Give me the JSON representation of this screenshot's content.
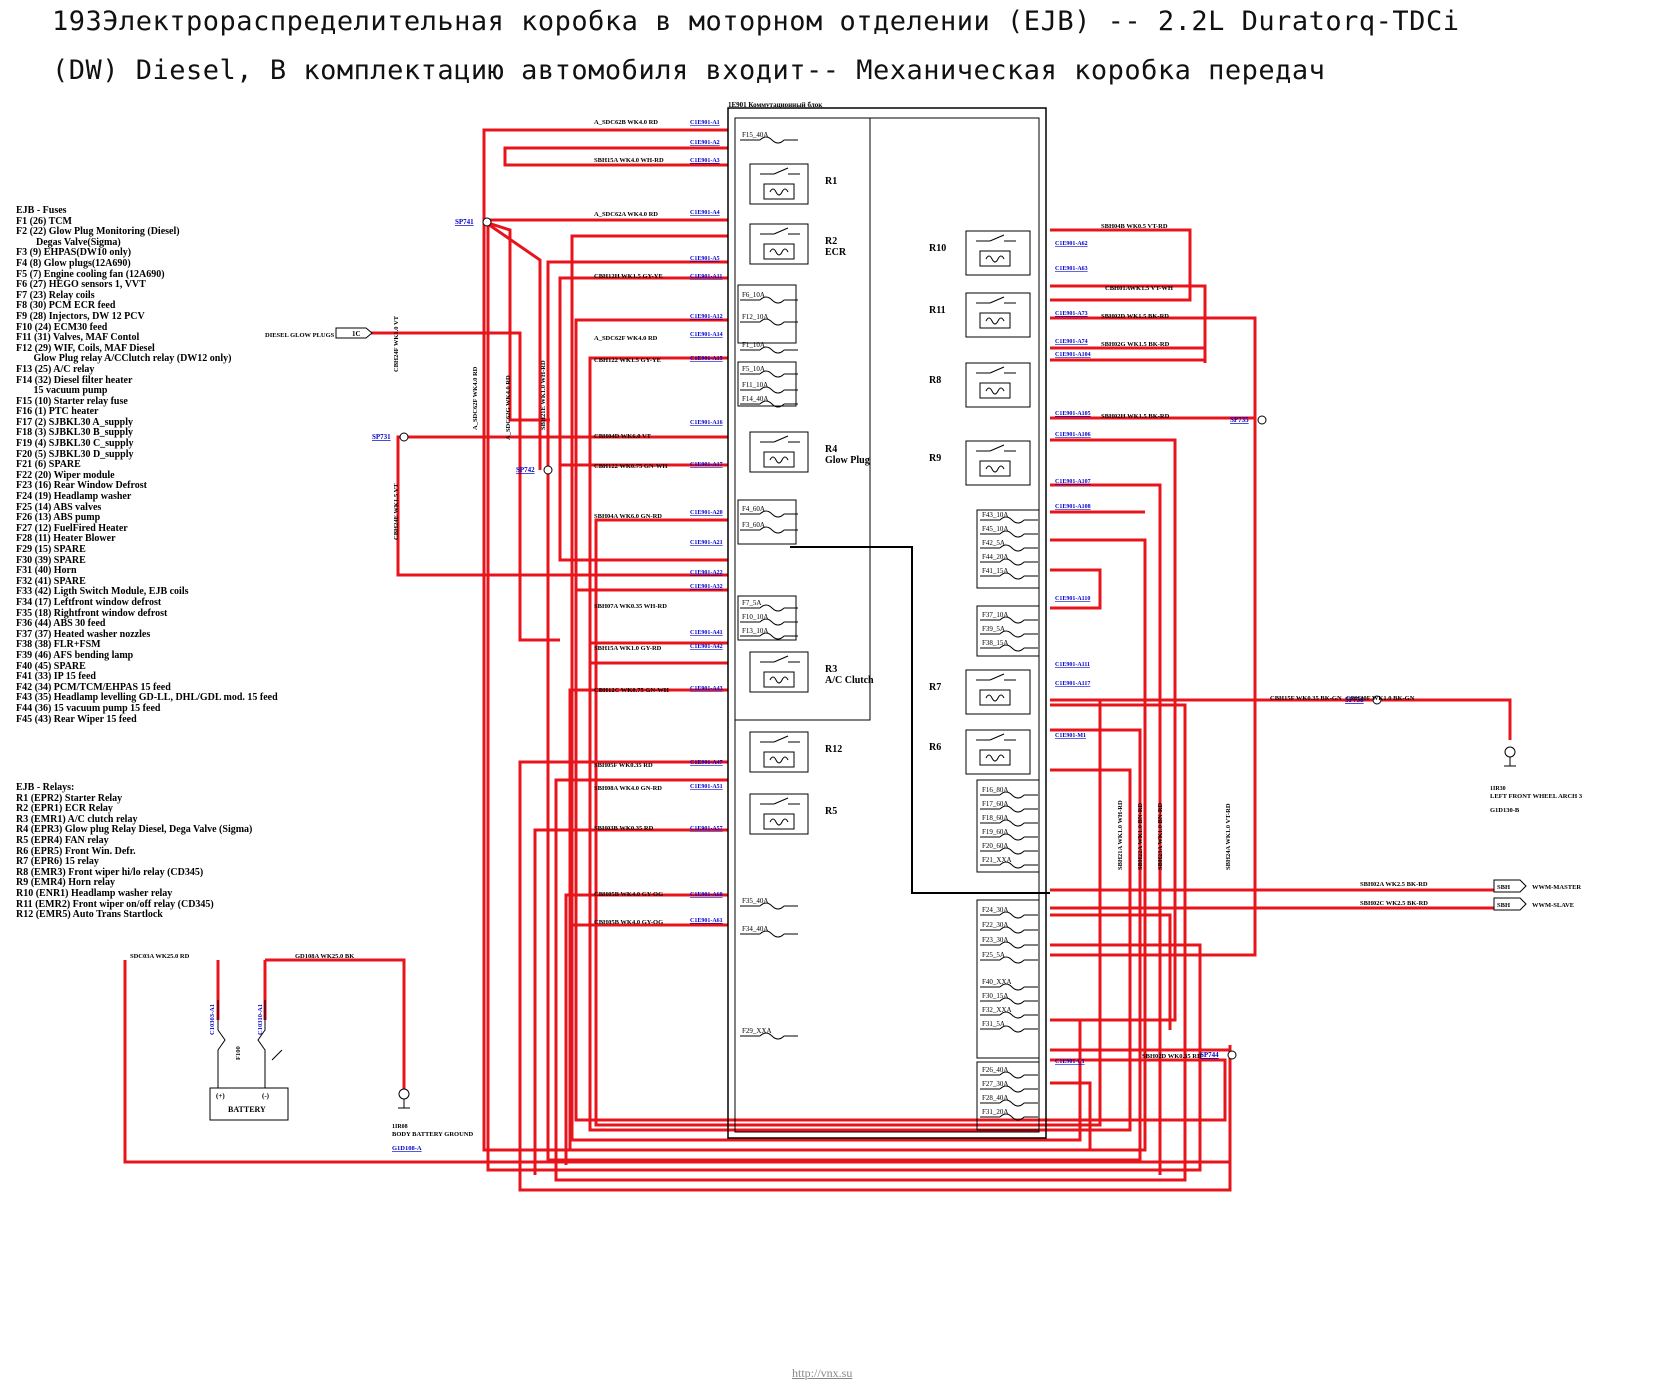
{
  "title": {
    "line1": "193Электрораспределительная коробка в моторном отделении (EJB) -- 2.2L Duratorq-TDCi",
    "line2": "(DW) Diesel, В комплектацию автомобиля входит-- Механическая коробка передач"
  },
  "fuse_legend": {
    "header": "EJB - Fuses",
    "items": [
      "F1 (26) TCM",
      "F2 (22) Glow Plug Monitoring (Diesel)",
      "        Degas Valve(Sigma)",
      "F3 (9) EHPAS(DW10 only)",
      "F4 (8) Glow plugs(12A690)",
      "F5 (7) Engine cooling fan (12A690)",
      "F6 (27) HEGO sensors 1, VVT",
      "F7 (23) Relay coils",
      "F8 (30) PCM ECR feed",
      "F9 (28) Injectors, DW 12 PCV",
      "F10 (24) ECM30 feed",
      "F11 (31) Valves, MAF Contol",
      "F12 (29) WIF, Coils, MAF Diesel",
      "       Glow Plug relay A/CClutch relay (DW12 only)",
      "F13 (25) A/C relay",
      "F14 (32) Diesel filter heater",
      "       15 vacuum pump",
      "F15 (10) Starter relay fuse",
      "F16 (1) PTC heater",
      "F17 (2) SJBKL30 A_supply",
      "F18 (3) SJBKL30 B_supply",
      "F19 (4) SJBKL30 C_supply",
      "F20 (5) SJBKL30 D_supply",
      "F21 (6) SPARE",
      "F22 (20) Wiper module",
      "F23 (16) Rear Window Defrost",
      "F24 (19) Headlamp washer",
      "F25 (14) ABS valves",
      "F26 (13) ABS pump",
      "F27 (12) FuelFired Heater",
      "F28 (11) Heater Blower",
      "F29 (15) SPARE",
      "F30 (39) SPARE",
      "F31 (40) Horn",
      "F32 (41) SPARE",
      "F33 (42) Ligth Switch Module, EJB coils",
      "F34 (17) Leftfront window defrost",
      "F35 (18) Rightfront window defrost",
      "F36 (44) ABS 30 feed",
      "F37 (37) Heated washer nozzles",
      "F38 (38) FLR+FSM",
      "F39 (46) AFS bending lamp",
      "F40 (45) SPARE",
      "F41 (33) IP 15 feed",
      "F42 (34) PCM/TCM/EHPAS 15 feed",
      "F43 (35) Headlamp levelling GD-LL, DHL/GDL mod. 15 feed",
      "F44 (36) 15 vacuum pump 15 feed",
      "F45 (43) Rear Wiper 15 feed"
    ]
  },
  "relay_legend": {
    "header": "EJB - Relays:",
    "items": [
      "R1 (EPR2) Starter Relay",
      "R2 (EPR1) ECR Relay",
      "R3 (EMR1) A/C clutch relay",
      "R4 (EPR3) Glow plug Relay Diesel, Dega Valve (Sigma)",
      "R5 (EPR4) FAN relay",
      "R6 (EPR5) Front Win. Defr.",
      "R7 (EPR6) 15 relay",
      "R8 (EMR3) Front wiper hi/lo relay (CD345)",
      "R9 (EMR4) Horn relay",
      "R10 (ENR1) Headlamp washer relay",
      "R11 (EMR2) Front wiper on/off relay (CD345)",
      "R12 (EMR5) Auto Trans Startlock"
    ]
  },
  "diagram": {
    "box_label": "1E901  Коммутационный блок",
    "relays_left": [
      {
        "id": "R1",
        "label": "R1",
        "sub": ""
      },
      {
        "id": "R2",
        "label": "R2",
        "sub": "ECR"
      },
      {
        "id": "R4",
        "label": "R4",
        "sub": "Glow Plug"
      },
      {
        "id": "R3",
        "label": "R3",
        "sub": "A/C Clutch"
      },
      {
        "id": "R12",
        "label": "R12",
        "sub": ""
      },
      {
        "id": "R5",
        "label": "R5",
        "sub": ""
      }
    ],
    "relays_right": [
      {
        "id": "R10",
        "label": "R10"
      },
      {
        "id": "R11",
        "label": "R11"
      },
      {
        "id": "R8",
        "label": "R8"
      },
      {
        "id": "R9",
        "label": "R9"
      },
      {
        "id": "R7",
        "label": "R7"
      },
      {
        "id": "R6",
        "label": "R6"
      }
    ],
    "fuses_left": [
      "F15_40A",
      "F6_10A",
      "F12_10A",
      "F1_10A",
      "F5_10A",
      "F11_10A",
      "F14_40A",
      "F4_60A",
      "F3_60A",
      "F7_5A",
      "F10_10A",
      "F13_10A",
      "F35_40A",
      "F34_40A",
      "F29_XXA"
    ],
    "fuses_right": [
      "F43_10A",
      "F45_10A",
      "F42_5A",
      "F44_20A",
      "F41_15A",
      "F37_10A",
      "F39_5A",
      "F38_15A",
      "F16_80A",
      "F17_60A",
      "F18_60A",
      "F19_60A",
      "F20_60A",
      "F21_XXA",
      "F24_30A",
      "F22_30A",
      "F23_30A",
      "F25_5A",
      "F40_XXA",
      "F30_15A",
      "F32_XXA",
      "F31_5A",
      "F26_40A",
      "F27_30A",
      "F28_40A",
      "F31_20A"
    ],
    "splices": [
      "SP741",
      "SP731",
      "SP742",
      "SP735",
      "SP744",
      "SP758"
    ],
    "wire_labels": [
      "A_SDC62B  WK4.0  RD",
      "SBH15A  WK4.0  WH-RD",
      "A_SDC62A  WK4.0  RD",
      "CBH12H  WK1.5  GY-YE",
      "A_SDC62F  WK4.0  RD",
      "CBH122  WK1.5  GY-YE",
      "CBH04D  WK6.0  VT",
      "CBH122  WK0.75  GN-WH",
      "SBH04A  WK6.0  GN-RD",
      "SBH07A  WK0.35  WH-RD",
      "SBH15A  WK1.0  GY-RD",
      "CBH12C  WK0.75  GN-WH",
      "SBH05F  WK0.35  RD",
      "SBH08A  WK4.0  GN-RD",
      "SBH03B  WK0.35  RD",
      "CBH05B  WK4.0  GY-OG",
      "CBH05B  WK4.0  GY-OG",
      "SBH04B  WK0.5  VT-RD",
      "CBH01AWK1.5  VT-WH",
      "SBH02D  WK1.5  BK-RD",
      "SBH02G  WK1.5  BK-RD",
      "SBH02H  WK1.5  BK-RD",
      "CBH15F  WK0.35  BK-GN",
      "CBH20F  WK1.0  BK-GN",
      "SBH02D  WK0.35  RD",
      "SBH02A  WK2.5  BK-RD",
      "SBH02C  WK2.5  BK-RD",
      "SDC03A  WK25.0  RD",
      "GD108A  WK25.0  BK"
    ],
    "connectors": [
      "C1E901-A1",
      "C1E901-A2",
      "C1E901-A3",
      "C1E901-A4",
      "C1E901-A5",
      "C1E901-A11",
      "C1E901-A12",
      "C1E901-A14",
      "C1E901-A15",
      "C1E901-A16",
      "C1E901-A17",
      "C1E901-A20",
      "C1E901-A21",
      "C1E901-A22",
      "C1E901-A32",
      "C1E901-A41",
      "C1E901-A42",
      "C1E901-A43",
      "C1E901-A47",
      "C1E901-A51",
      "C1E901-A57",
      "C1E901-A60",
      "C1E901-A61",
      "C1E901-A62",
      "C1E901-A63",
      "C1E901-A73",
      "C1E901-A74",
      "C1E901-A104",
      "C1E901-A105",
      "C1E901-A106",
      "C1E901-A107",
      "C1E901-A108",
      "C1E901-A110",
      "C1E901-A111",
      "C1E901-A117",
      "C1E901-M1",
      "C1E901-C1"
    ],
    "diesel_glow_plugs": "DIESEL GLOW PLUGS",
    "diesel_glow_pin": "1C",
    "battery_label": "BATTERY",
    "battery_pos": "(+)",
    "battery_neg": "(-)",
    "battery_fuse": "F100",
    "battery_conn1": "C10303-A1",
    "battery_conn2": "C10310-A1",
    "ground1_code": "1IR08",
    "ground1_label": "BODY BATTERY GROUND",
    "ground1_ref": "G1D108-A",
    "ground2_code": "1IR30",
    "ground2_label": "LEFT FRONT WHEEL ARCH 3",
    "ground2_ref": "G1D130-B",
    "wwm_master_label": "WWM-MASTER",
    "wwm_slave_label": "WWM-SLAVE",
    "wwm_pin": "SBH",
    "watermark": "http://vnx.su",
    "colors": {
      "wire": "#e8141b",
      "line": "#000000",
      "link": "#0000cc"
    }
  }
}
